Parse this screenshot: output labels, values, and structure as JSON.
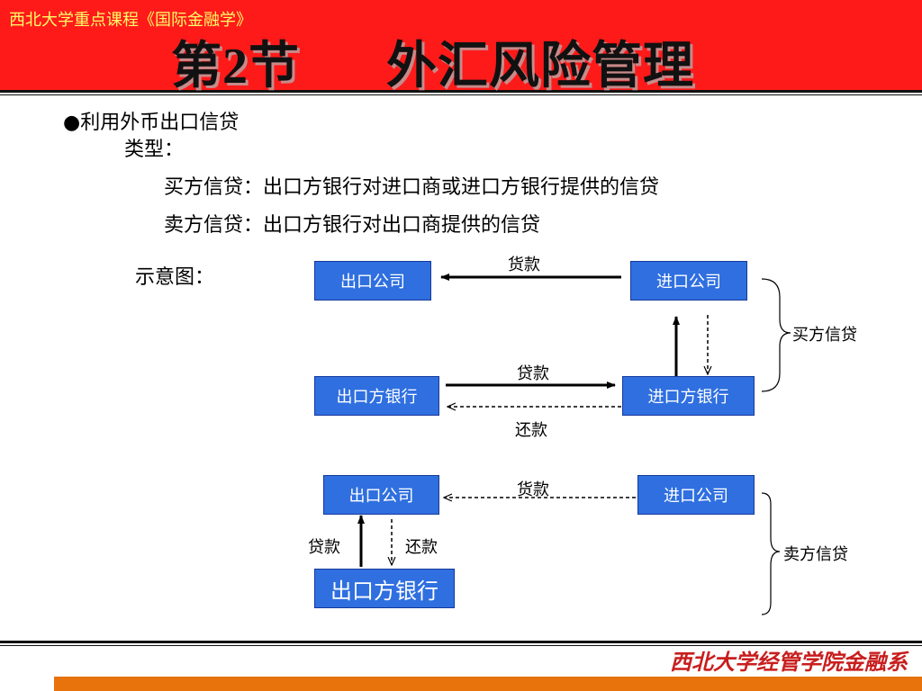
{
  "header": {
    "course": "西北大学重点课程《国际金融学》",
    "title_section": "第2节",
    "title_main": "外汇风险管理"
  },
  "content": {
    "bullet": "●利用外币出口信贷",
    "type_label": "类型：",
    "buyer_credit_def": "买方信贷：出口方银行对进口商或进口方银行提供的信贷",
    "seller_credit_def": "卖方信贷：出口方银行对出口商提供的信贷",
    "diagram_label": "示意图："
  },
  "diagram": {
    "buyer": {
      "exporter": "出口公司",
      "importer": "进口公司",
      "exporter_bank": "出口方银行",
      "importer_bank": "进口方银行",
      "goods": "货款",
      "loan": "贷款",
      "repay": "还款",
      "brace_label": "买方信贷"
    },
    "seller": {
      "exporter": "出口公司",
      "importer": "进口公司",
      "exporter_bank": "出口方银行",
      "goods": "货款",
      "loan": "贷款",
      "repay": "还款",
      "brace_label": "卖方信贷"
    }
  },
  "footer": {
    "department": "西北大学经管学院金融系"
  },
  "colors": {
    "header_red": "#ff1a1a",
    "box_blue": "#2f6fe0",
    "footer_orange": "#e8720c",
    "footer_text": "#c81e1e"
  }
}
